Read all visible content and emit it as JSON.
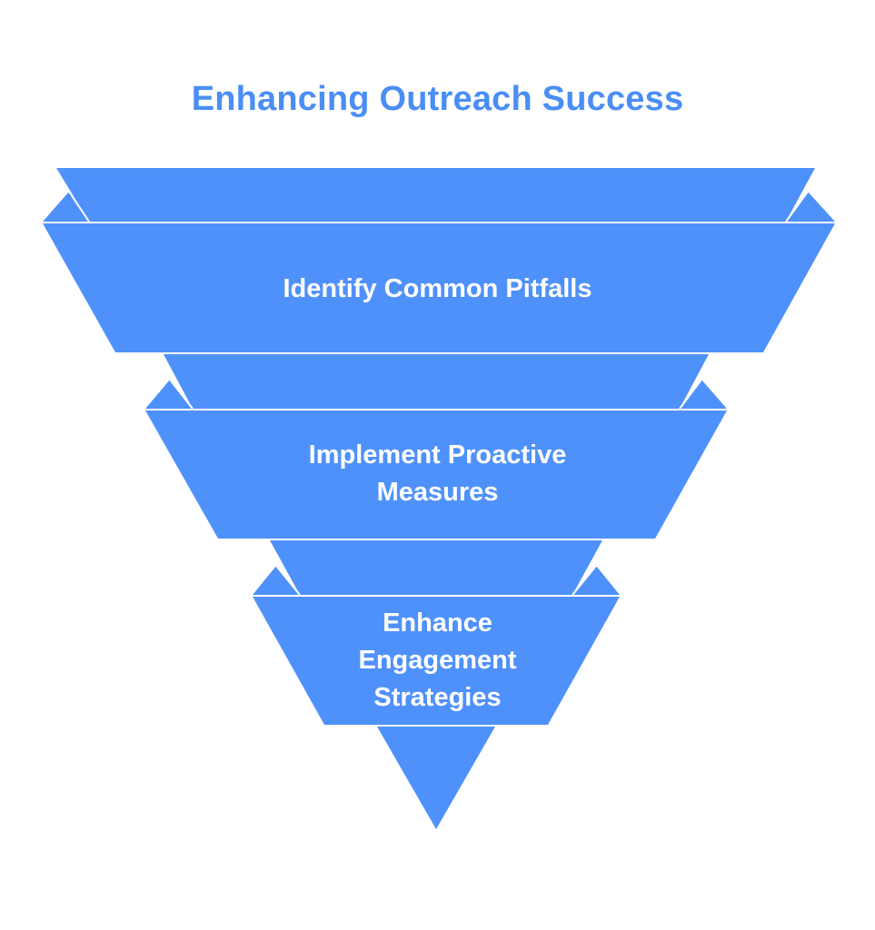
{
  "title": "Enhancing Outreach Success",
  "colors": {
    "title": "#4a8ef5",
    "funnel_fill": "#4f91fb",
    "edge": "#ffffff"
  },
  "levels": [
    {
      "lines": [
        "Identify Common Pitfalls"
      ]
    },
    {
      "lines": [
        "Implement Proactive",
        "Measures"
      ]
    },
    {
      "lines": [
        "Enhance",
        "Engagement",
        "Strategies"
      ]
    }
  ]
}
